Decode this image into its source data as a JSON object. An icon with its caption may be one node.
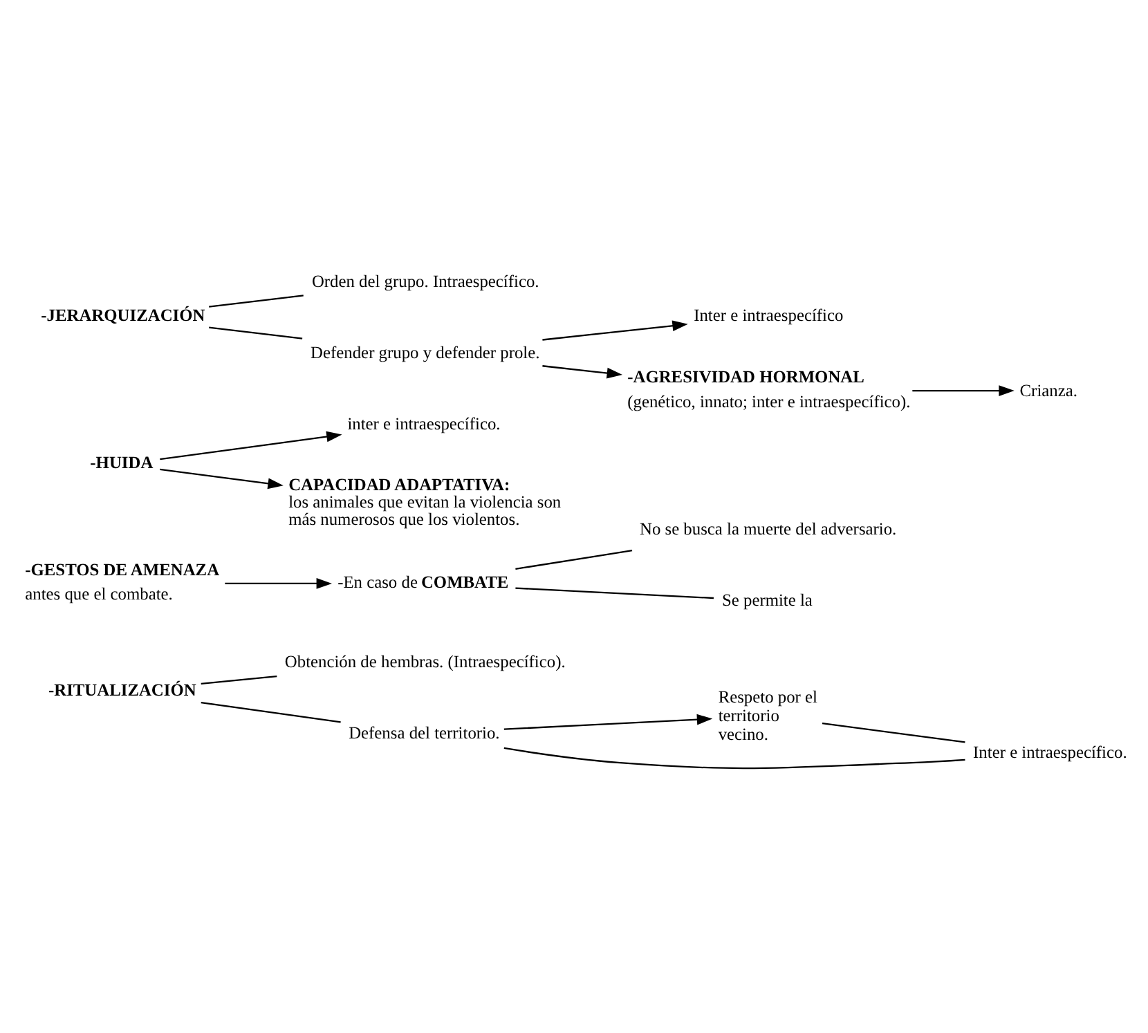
{
  "diagram": {
    "nodes": [
      {
        "text": [
          "-RITUALIZACIÓN"
        ]
      },
      {
        "text": [
          "Obtención de hembras. (Intraespecífico)."
        ]
      },
      {
        "text": [
          "Defensa del territorio."
        ]
      },
      {
        "text": [
          "Respeto por el territorio vecino."
        ]
      },
      {
        "text": [
          "Inter e intraespecífico."
        ]
      },
      {
        "text": [
          "-GESTOS DE AMENAZA",
          "antes que el combate."
        ]
      },
      {
        "text": [
          "-En caso de **COMBATE**"
        ]
      },
      {
        "text": [
          "No se busca la muerte del adversario."
        ]
      },
      {
        "text": [
          "Se permite la"
        ]
      },
      {
        "text": [
          "-HUIDA"
        ]
      },
      {
        "text": [
          "inter e intraespecífico."
        ]
      },
      {
        "text": [
          "**CAPACIDAD ADAPTATIVA:** los animales que evitan la violencia son más numerosos que los violentos."
        ]
      },
      {
        "text": [
          "-JERARQUIZACIÓN"
        ]
      },
      {
        "text": [
          "Orden del grupo. Intraespecífico."
        ]
      },
      {
        "text": [
          "Defender grupo y defender prole."
        ]
      },
      {
        "text": [
          "Inter e intraespecífico"
        ]
      },
      {
        "text": [
          "-AGRESIVIDAD HORMONAL",
          "(genético, innato; inter e intraespecífico)."
        ]
      },
      {
        "text": [
          "Crianza."
        ]
      }
    ],
    "edges": [
      {
        "from": 0,
        "to": 1,
        "arrow": "none"
      },
      {
        "from": 0,
        "to": 2,
        "arrow": "none"
      },
      {
        "from": 2,
        "to": 3,
        "arrow": "to"
      },
      {
        "from": 2,
        "to": 4,
        "arrow": "none"
      },
      {
        "from": 3,
        "to": 4,
        "arrow": "none"
      },
      {
        "from": 5,
        "to": 6,
        "arrow": "to"
      },
      {
        "from": 6,
        "to": 7,
        "arrow": "none"
      },
      {
        "from": 6,
        "to": 8,
        "arrow": "none"
      },
      {
        "from": 9,
        "to": 10,
        "arrow": "to"
      },
      {
        "from": 9,
        "to": 11,
        "arrow": "to"
      },
      {
        "from": 12,
        "to": 13,
        "arrow": "none"
      },
      {
        "from": 12,
        "to": 14,
        "arrow": "none"
      },
      {
        "from": 14,
        "to": 15,
        "arrow": "to"
      },
      {
        "from": 14,
        "to": 16,
        "arrow": "to"
      },
      {
        "from": 16,
        "to": 17,
        "arrow": "to"
      }
    ]
  }
}
